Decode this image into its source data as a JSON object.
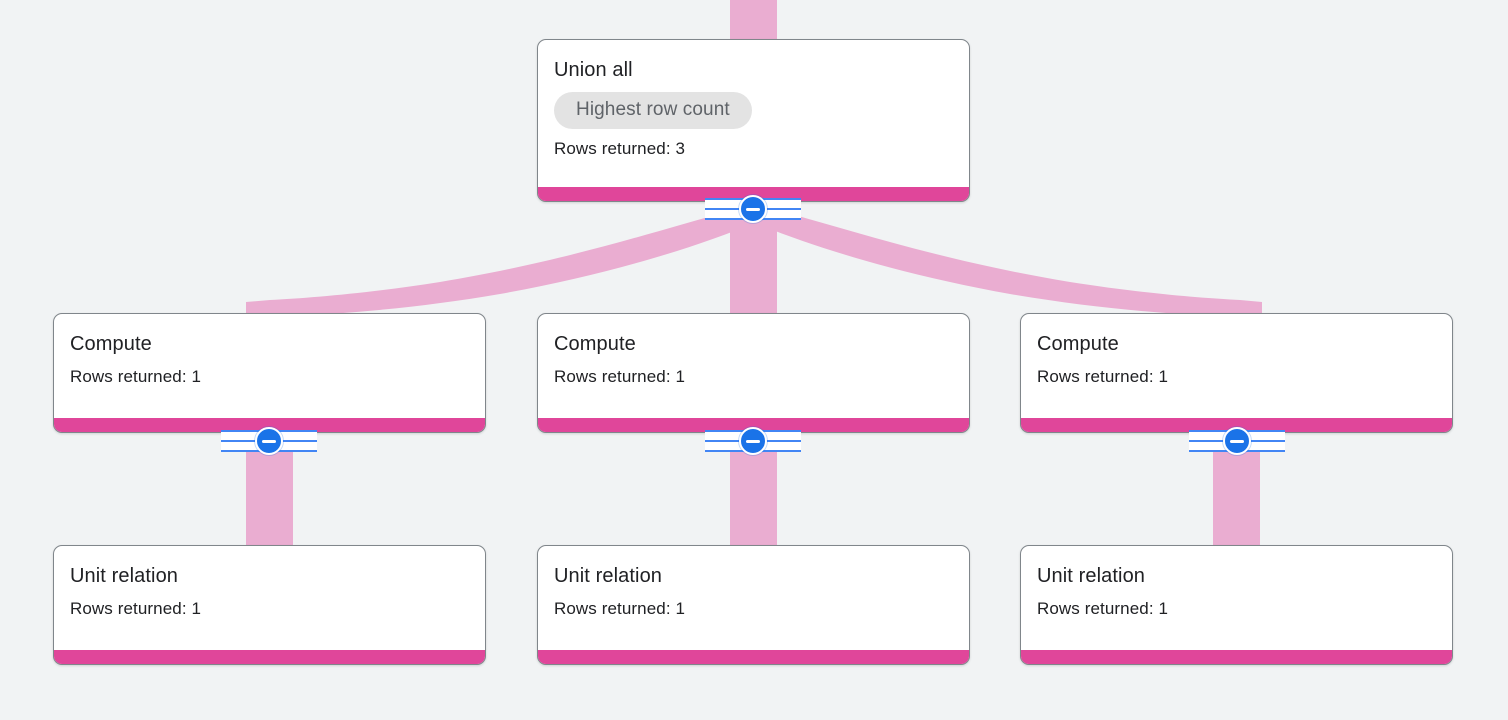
{
  "diagram": {
    "kind": "query-execution-plan-tree",
    "background_color": "#f1f3f4",
    "edge_color": "#eaadd1",
    "accent_color": "#e0469a",
    "button_color": "#1a73e8",
    "rail_color": "#4285f4",
    "card_border_color": "#80868b",
    "chip_background": "#e3e3e3",
    "chip_text_color": "#5f6368",
    "text_color": "#202124"
  },
  "nodes": {
    "root": {
      "title": "Union all",
      "chip": "Highest row count",
      "rows": "Rows returned: 3",
      "collapse_icon": "minus-circle-icon"
    },
    "compute_left": {
      "title": "Compute",
      "rows": "Rows returned: 1",
      "collapse_icon": "minus-circle-icon"
    },
    "compute_middle": {
      "title": "Compute",
      "rows": "Rows returned: 1",
      "collapse_icon": "minus-circle-icon"
    },
    "compute_right": {
      "title": "Compute",
      "rows": "Rows returned: 1",
      "collapse_icon": "minus-circle-icon"
    },
    "unit_left": {
      "title": "Unit relation",
      "rows": "Rows returned: 1"
    },
    "unit_middle": {
      "title": "Unit relation",
      "rows": "Rows returned: 1"
    },
    "unit_right": {
      "title": "Unit relation",
      "rows": "Rows returned: 1"
    }
  }
}
